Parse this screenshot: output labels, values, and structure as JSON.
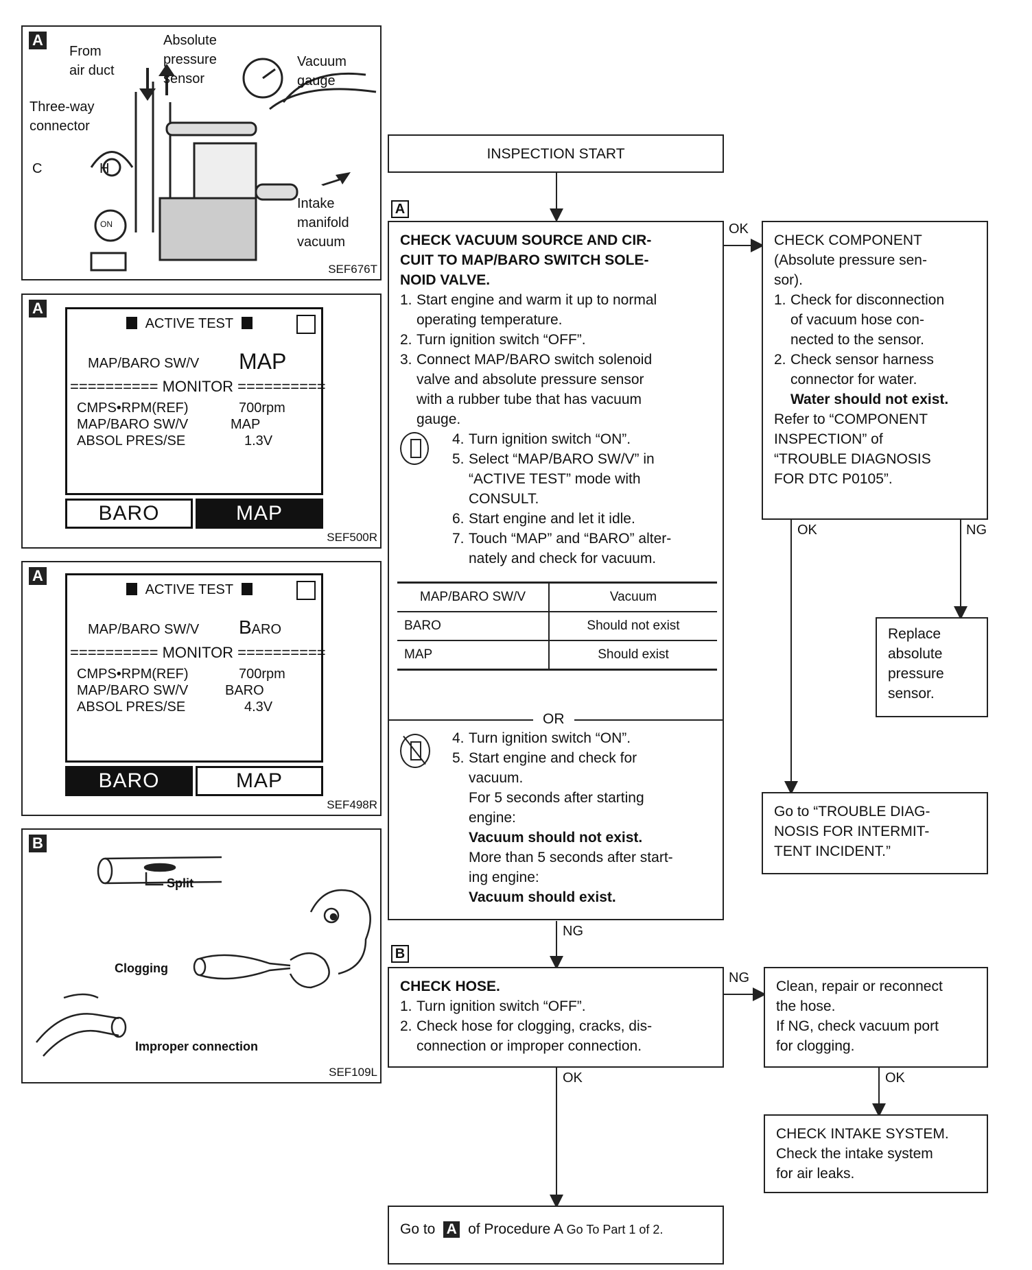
{
  "panel1": {
    "tag": "A",
    "labels": {
      "from_air_duct": "From\nair duct",
      "abs_sensor": "Absolute\npressure\nsensor",
      "vacuum_gauge": "Vacuum\ngauge",
      "three_way": "Three-way\nconnector",
      "intake": "Intake\nmanifold\nvacuum",
      "c": "C",
      "h": "H",
      "on": "ON"
    },
    "ref": "SEF676T"
  },
  "panel2": {
    "tag": "A",
    "title": "ACTIVE TEST",
    "sw_label": "MAP/BARO SW/V",
    "sw_value": "MAP",
    "monitor": "========== MONITOR ==========",
    "rows": [
      {
        "name": "CMPS•RPM(REF)",
        "value": "700rpm"
      },
      {
        "name": "MAP/BARO SW/V",
        "value": "MAP"
      },
      {
        "name": "ABSOL PRES/SE",
        "value": "1.3V"
      }
    ],
    "btn_left": "BARO",
    "btn_right": "MAP",
    "ref": "SEF500R"
  },
  "panel3": {
    "tag": "A",
    "title": "ACTIVE TEST",
    "sw_label": "MAP/BARO SW/V",
    "sw_value": "Baro",
    "monitor": "========== MONITOR ==========",
    "rows": [
      {
        "name": "CMPS•RPM(REF)",
        "value": "700rpm"
      },
      {
        "name": "MAP/BARO SW/V",
        "value": "BARO"
      },
      {
        "name": "ABSOL PRES/SE",
        "value": "4.3V"
      }
    ],
    "btn_left": "BARO",
    "btn_right": "MAP",
    "ref": "SEF498R"
  },
  "panel4": {
    "tag": "B",
    "split": "Split",
    "clogging": "Clogging",
    "improper": "Improper connection",
    "ref": "SEF109L"
  },
  "flow": {
    "start": "INSPECTION START",
    "tag_a": "A",
    "tag_b": "B",
    "check_vac": {
      "title": "CHECK VACUUM SOURCE AND CIR-\nCUIT TO MAP/BARO SWITCH SOLE-\nNOID VALVE.",
      "s1n": "1.",
      "s1": "Start engine and warm it up to normal\noperating temperature.",
      "s2n": "2.",
      "s2": "Turn ignition switch “OFF”.",
      "s3n": "3.",
      "s3": "Connect MAP/BARO switch solenoid\nvalve and absolute pressure sensor\nwith a rubber tube that has vacuum\ngauge.",
      "s4n": "4.",
      "s4": "Turn ignition switch “ON”.",
      "s5n": "5.",
      "s5": "Select “MAP/BARO SW/V” in\n“ACTIVE TEST” mode with\nCONSULT.",
      "s6n": "6.",
      "s6": "Start engine and let it idle.",
      "s7n": "7.",
      "s7": "Touch “MAP” and “BARO” alter-\nnately and check for vacuum.",
      "table": {
        "head": [
          "MAP/BARO SW/V",
          "Vacuum"
        ],
        "rows": [
          [
            "BARO",
            "Should not exist"
          ],
          [
            "MAP",
            "Should exist"
          ]
        ]
      },
      "or": "OR",
      "o4n": "4.",
      "o4": "Turn ignition switch “ON”.",
      "o5n": "5.",
      "o5": "Start engine and check for\nvacuum.",
      "o5a": "For 5 seconds after starting\nengine:",
      "o5b": "Vacuum should not exist.",
      "o5c": "More than 5 seconds after start-\ning engine:",
      "o5d": "Vacuum should exist."
    },
    "check_comp": {
      "title": "CHECK COMPONENT\n(Absolute pressure sen-\nsor).",
      "s1n": "1.",
      "s1": "Check for disconnection\nof vacuum hose con-\nnected to the sensor.",
      "s2n": "2.",
      "s2": "Check sensor harness\nconnector for water.",
      "bold": "Water should not exist.",
      "refer": "Refer to “COMPONENT\nINSPECTION” of\n“TROUBLE DIAGNOSIS\nFOR DTC P0105”."
    },
    "replace": "Replace\nabsolute\npressure\nsensor.",
    "goto_trouble": "Go to “TROUBLE DIAG-\nNOSIS FOR INTERMIT-\nTENT INCIDENT.”",
    "check_hose": {
      "title": "CHECK HOSE.",
      "s1n": "1.",
      "s1": "Turn ignition switch “OFF”.",
      "s2n": "2.",
      "s2": "Check hose for clogging, cracks, dis-\nconnection or improper connection."
    },
    "clean": "Clean, repair or reconnect\nthe hose.\nIf NG, check vacuum port\nfor clogging.",
    "intake": "CHECK INTAKE SYSTEM.\nCheck the intake system\nfor air leaks.",
    "goto_a_pre": "Go to",
    "goto_a_tag": "A",
    "goto_a_mid": "of Procedure A",
    "goto_a_link": "Go To Part 1 of 2.",
    "labels": {
      "ok1": "OK",
      "ok2": "OK",
      "ng1": "NG",
      "ng2": "NG",
      "ng3": "NG",
      "ok3": "OK",
      "ok4": "OK"
    }
  }
}
